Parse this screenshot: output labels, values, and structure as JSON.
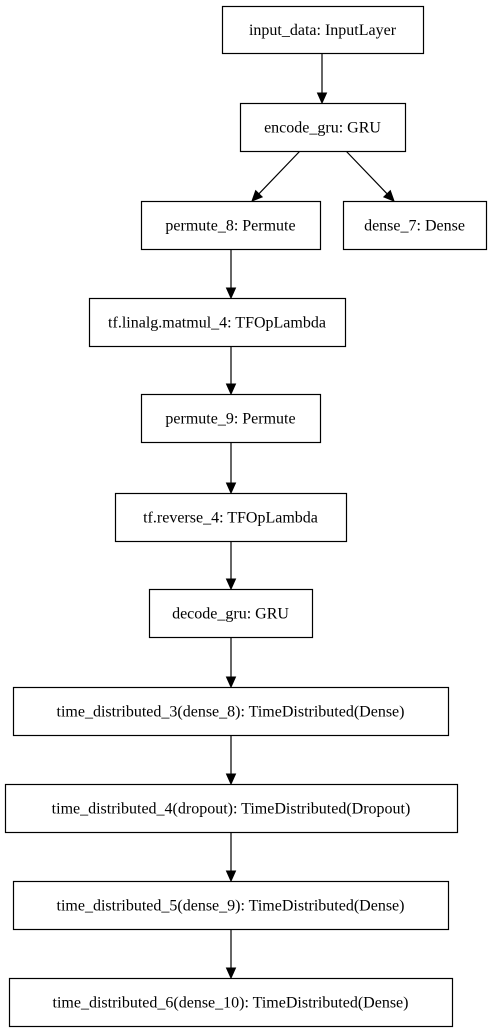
{
  "nodes": [
    {
      "id": "n1",
      "label": "input_data: InputLayer"
    },
    {
      "id": "n2",
      "label": "encode_gru: GRU"
    },
    {
      "id": "n3",
      "label": "permute_8: Permute"
    },
    {
      "id": "n4",
      "label": "dense_7: Dense"
    },
    {
      "id": "n5",
      "label": "tf.linalg.matmul_4: TFOpLambda"
    },
    {
      "id": "n6",
      "label": "permute_9: Permute"
    },
    {
      "id": "n7",
      "label": "tf.reverse_4: TFOpLambda"
    },
    {
      "id": "n8",
      "label": "decode_gru: GRU"
    },
    {
      "id": "n9",
      "label": "time_distributed_3(dense_8): TimeDistributed(Dense)"
    },
    {
      "id": "n10",
      "label": "time_distributed_4(dropout): TimeDistributed(Dropout)"
    },
    {
      "id": "n11",
      "label": "time_distributed_5(dense_9): TimeDistributed(Dense)"
    },
    {
      "id": "n12",
      "label": "time_distributed_6(dense_10): TimeDistributed(Dense)"
    }
  ],
  "edges": [
    {
      "from": "n1",
      "to": "n2"
    },
    {
      "from": "n2",
      "to": "n3"
    },
    {
      "from": "n2",
      "to": "n4"
    },
    {
      "from": "n3",
      "to": "n5"
    },
    {
      "from": "n5",
      "to": "n6"
    },
    {
      "from": "n6",
      "to": "n7"
    },
    {
      "from": "n7",
      "to": "n8"
    },
    {
      "from": "n8",
      "to": "n9"
    },
    {
      "from": "n9",
      "to": "n10"
    },
    {
      "from": "n10",
      "to": "n11"
    },
    {
      "from": "n11",
      "to": "n12"
    }
  ]
}
